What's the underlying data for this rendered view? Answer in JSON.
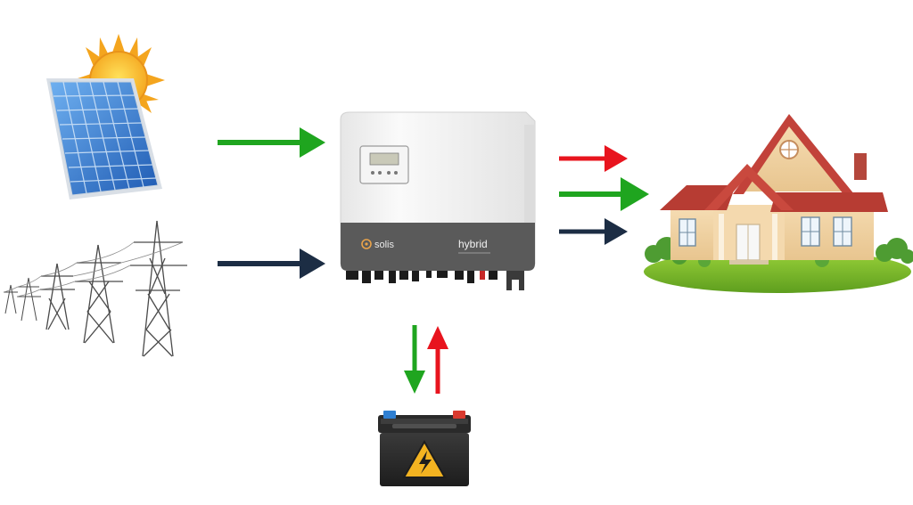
{
  "inverter": {
    "brand": "solis",
    "model": "hybrid"
  },
  "colors": {
    "green": "#1fa51f",
    "red": "#e8141e",
    "navy": "#1c2d44",
    "inverter_body": "#f1f1f1",
    "inverter_base": "#5a5a5a",
    "sky_sun": "#f6b52a",
    "panel_blue": "#2f72c9"
  },
  "flows": [
    {
      "name": "solar-to-inverter",
      "color": "green"
    },
    {
      "name": "grid-to-inverter",
      "color": "navy"
    },
    {
      "name": "inverter-to-house-red",
      "color": "red"
    },
    {
      "name": "inverter-to-house-green",
      "color": "green"
    },
    {
      "name": "inverter-to-house-navy",
      "color": "navy"
    },
    {
      "name": "inverter-to-battery",
      "color": "green"
    },
    {
      "name": "battery-to-inverter",
      "color": "red"
    }
  ],
  "icons": [
    "sun-icon",
    "solar-panel-icon",
    "power-grid-icon",
    "hybrid-inverter-icon",
    "house-icon",
    "battery-icon",
    "high-voltage-warning-icon"
  ]
}
